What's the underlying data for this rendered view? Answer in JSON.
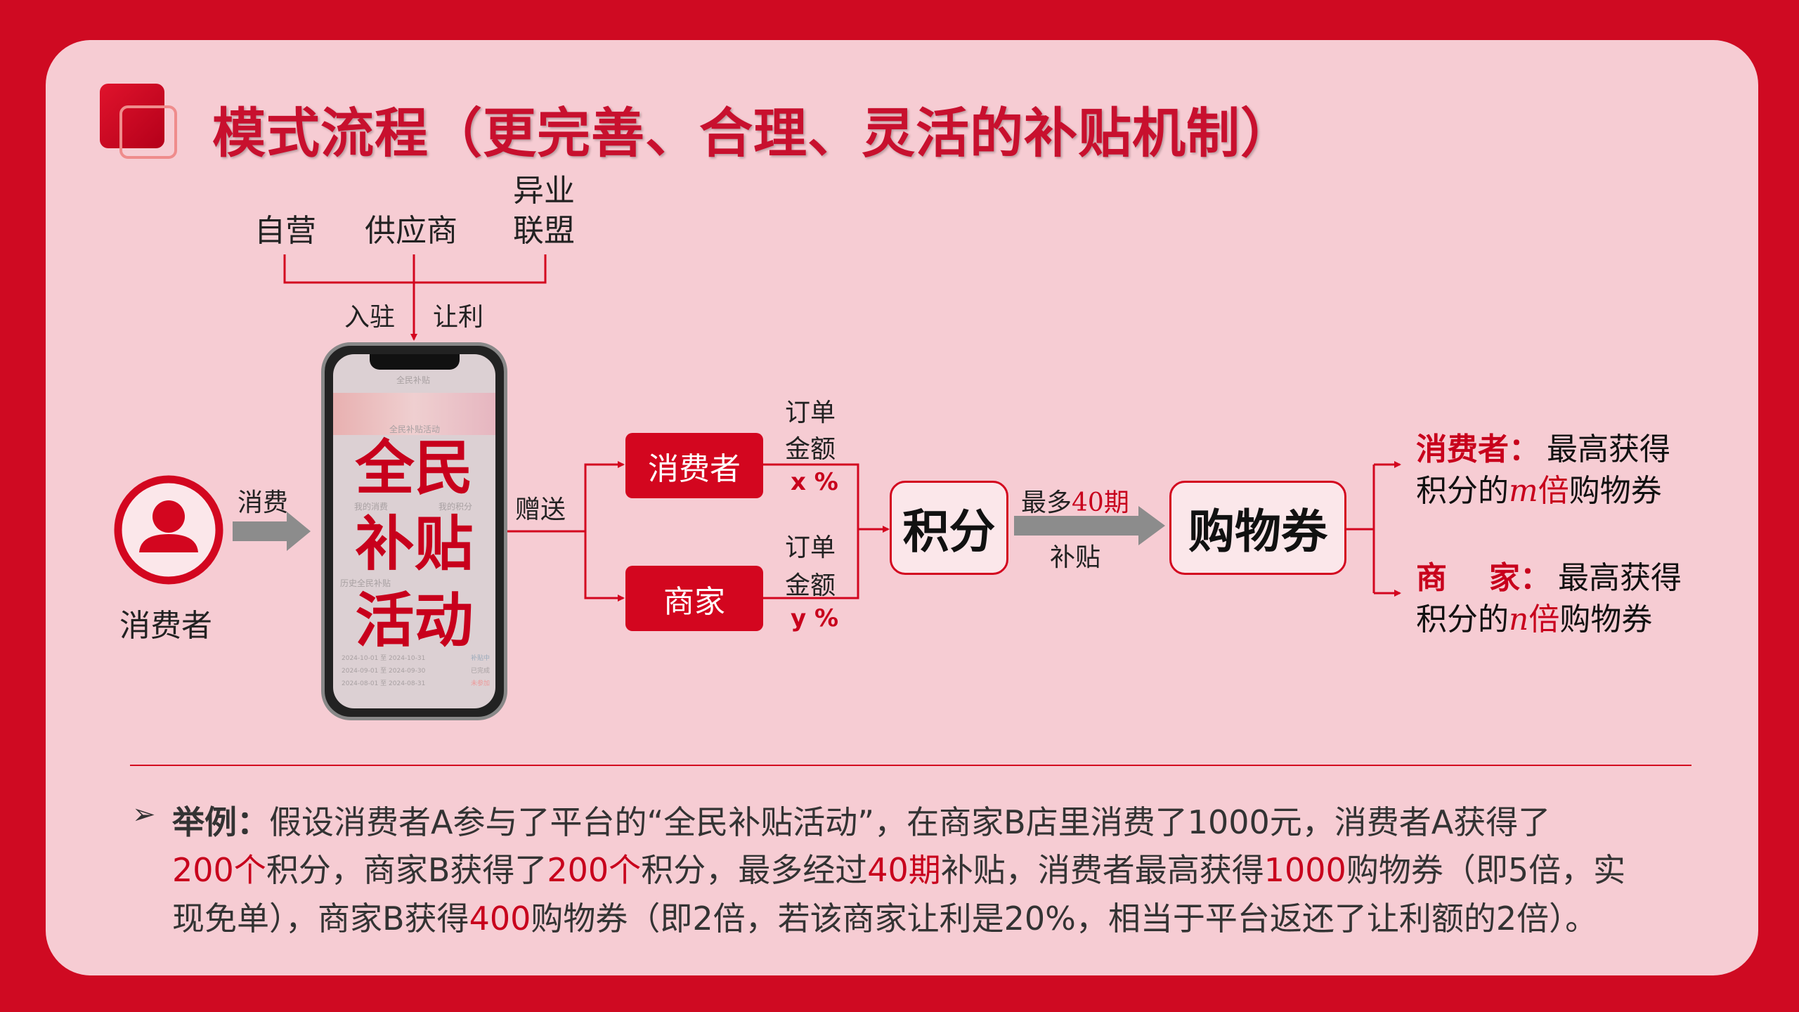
{
  "title": "模式流程（更完善、合理、灵活的补贴机制）",
  "sources": {
    "self": "自营",
    "supplier": "供应商",
    "alliance_1": "异业",
    "alliance_2": "联盟"
  },
  "join_label": "入驻",
  "concession_label": "让利",
  "consumer_label": "消费者",
  "consume_label": "消费",
  "gift_label": "赠送",
  "phone": {
    "overlay_lines": [
      "全民",
      "补贴",
      "活动"
    ],
    "header": "全民补贴",
    "banner_title": "全民补贴活动",
    "stats": [
      "我的消费",
      "我的积分"
    ],
    "history": "历史全民补贴",
    "rows": [
      "2024-10-01 至 2024-10-31",
      "2024-09-01 至 2024-09-30",
      "2024-08-01 至 2024-08-31"
    ],
    "statuses": [
      "补贴中",
      "已完成",
      "未参加"
    ]
  },
  "boxes": {
    "consumer": "消费者",
    "merchant": "商家",
    "points": "积分",
    "coupon": "购物券"
  },
  "order": {
    "line1": "订单",
    "line2": "金额",
    "consumer_pct": "x %",
    "merchant_pct": "y %"
  },
  "subsidy": {
    "top_prefix": "最多",
    "top_num": "40期",
    "bottom": "补贴"
  },
  "results": {
    "consumer": {
      "who": "消费者：",
      "t1": "最高获得",
      "t2": "积分的",
      "var": "m",
      "bei": "倍",
      "t3": "购物券"
    },
    "merchant": {
      "who1": "商",
      "who2": "家：",
      "t1": "最高获得",
      "t2": "积分的",
      "var": "n",
      "bei": "倍",
      "t3": "购物券"
    }
  },
  "example": {
    "bullet": "➢",
    "lead": "举例：",
    "lines": [
      [
        {
          "t": "假设消费者A参与了平台的“全民补贴活动”，在商家B店里消费了1000元，消费者A获得了",
          "r": false
        }
      ],
      [
        {
          "t": "200个",
          "r": true
        },
        {
          "t": "积分，商家B获得了",
          "r": false
        },
        {
          "t": "200个",
          "r": true
        },
        {
          "t": "积分，最多经过",
          "r": false
        },
        {
          "t": "40期",
          "r": true
        },
        {
          "t": "补贴，消费者最高获得",
          "r": false
        },
        {
          "t": "1000",
          "r": true
        },
        {
          "t": "购物券（即5倍，实",
          "r": false
        }
      ],
      [
        {
          "t": "现免单），商家B获得",
          "r": false
        },
        {
          "t": "400",
          "r": true
        },
        {
          "t": "购物券（即2倍，若该商家让利是20%，相当于平台返还了让利额的2倍）。",
          "r": false
        }
      ]
    ]
  },
  "colors": {
    "background": "#cf0a22",
    "card": "#f6ccd3",
    "accent": "#c8001c"
  }
}
